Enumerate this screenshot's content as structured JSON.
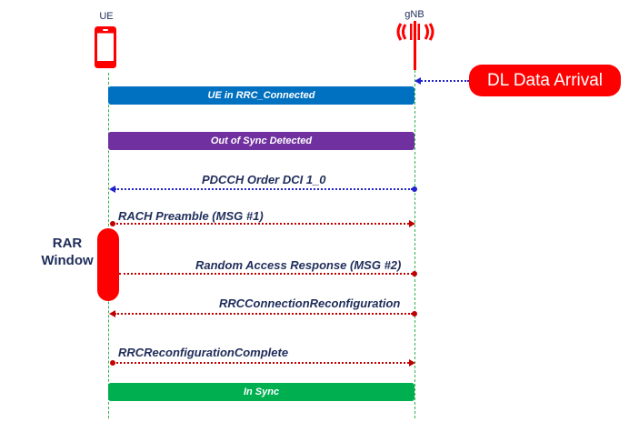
{
  "actors": {
    "ue": {
      "label": "UE"
    },
    "gnb": {
      "label": "gNB"
    }
  },
  "trigger": {
    "label": "DL Data Arrival"
  },
  "states": {
    "connected": {
      "label": "UE in RRC_Connected",
      "color": "#0070c0"
    },
    "out_of_sync": {
      "label": "Out of Sync Detected",
      "color": "#7030a0"
    },
    "in_sync": {
      "label": "In Sync",
      "color": "#00b050"
    }
  },
  "messages": [
    {
      "label": "PDCCH Order DCI 1_0",
      "direction": "gNB-to-UE",
      "color": "#2222cc"
    },
    {
      "label": "RACH Preamble (MSG #1)",
      "direction": "UE-to-gNB",
      "color": "#c00000"
    },
    {
      "label": "Random Access Response (MSG #2)",
      "direction": "gNB-to-UE",
      "color": "#c00000"
    },
    {
      "label": "RRCConnectionReconfiguration",
      "direction": "gNB-to-UE",
      "color": "#c00000"
    },
    {
      "label": "RRCReconfigurationComplete",
      "direction": "UE-to-gNB",
      "color": "#c00000"
    }
  ],
  "rar_window": {
    "label_line1": "RAR",
    "label_line2": "Window",
    "color": "#ff0000"
  },
  "colors": {
    "text": "#1f2d5a",
    "lifeline": "#2db34a",
    "red": "#ff0000"
  }
}
